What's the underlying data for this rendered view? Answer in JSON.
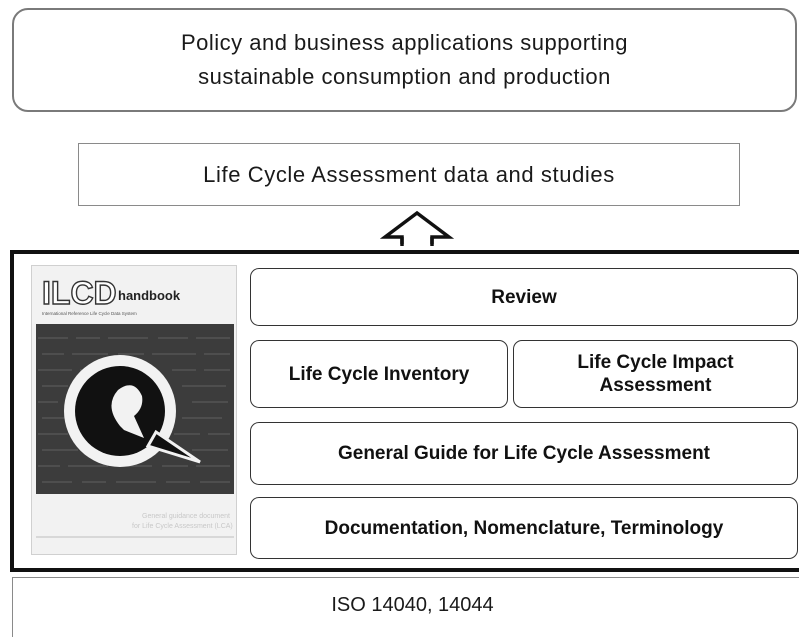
{
  "policy": {
    "line1": "Policy and business applications supporting",
    "line2": "sustainable consumption and production"
  },
  "lca_data": {
    "label": "Life Cycle Assessment data and studies"
  },
  "ilcd_cover": {
    "logo": "ILCD",
    "logo_suffix": "handbook",
    "tagline": "International Reference Life Cycle Data System",
    "icon": "q-arrow-logo"
  },
  "boxes": {
    "review": "Review",
    "lci": "Life Cycle Inventory",
    "lcia_line1": "Life Cycle Impact",
    "lcia_line2": "Assessment",
    "general": "General Guide for Life Cycle Assessment",
    "documentation": "Documentation, Nomenclature, Terminology"
  },
  "iso": {
    "label": "ISO 14040, 14044"
  }
}
